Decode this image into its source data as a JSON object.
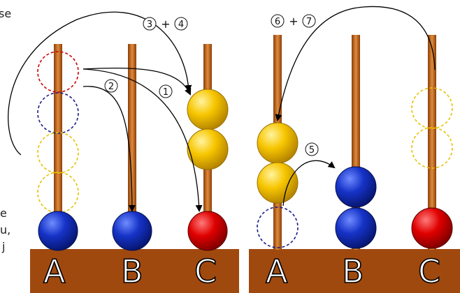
{
  "edge_text": {
    "top_left": "se",
    "lower_left_1": "e",
    "lower_left_2": "u,",
    "lower_left_3": "j"
  },
  "panels": [
    {
      "id": "left",
      "pegs": [
        "A",
        "B",
        "C"
      ]
    },
    {
      "id": "right",
      "pegs": [
        "A",
        "B",
        "C"
      ]
    }
  ],
  "steps": {
    "step_1": "1",
    "step_2": "2",
    "step_3": "3",
    "step_4": "4",
    "step_5": "5",
    "step_6": "6",
    "step_7": "7",
    "plus": "+"
  },
  "colors": {
    "base": "#a0490f",
    "rod": "#c86a1f",
    "blue_disc": "#0d2aa8",
    "red_disc": "#e00000",
    "yellow_disc": "#f5c400",
    "dashed_red": "#cc0000",
    "dashed_blue": "#1a1a8c",
    "dashed_yellow": "#e8c200"
  }
}
